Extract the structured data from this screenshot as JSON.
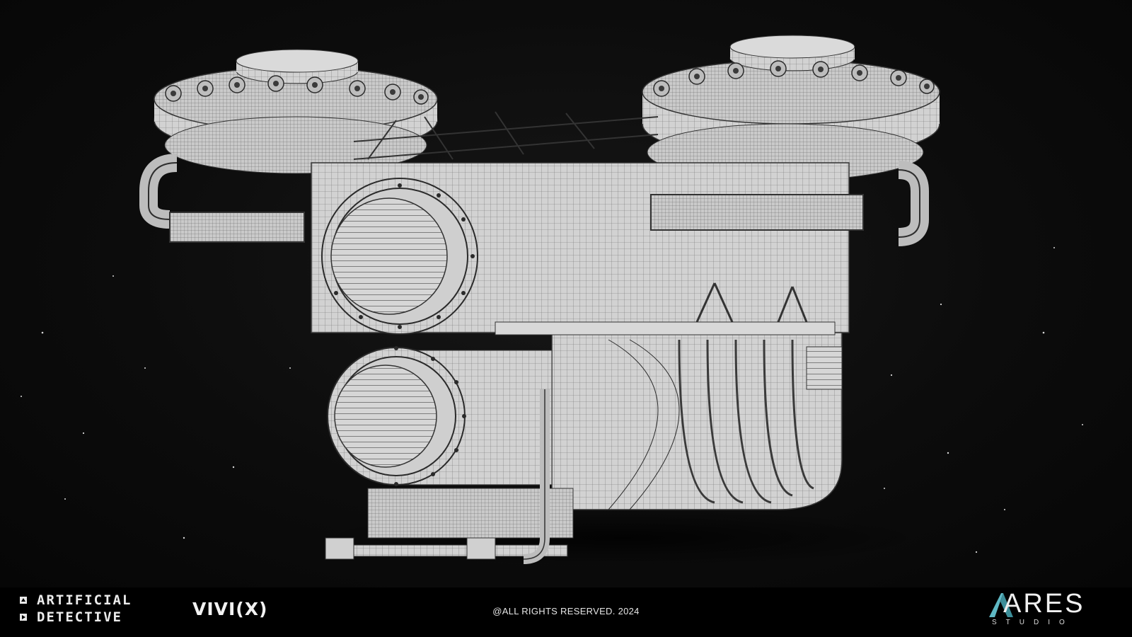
{
  "footer": {
    "brand_line1": "ARTIFICIAL",
    "brand_line2": "DETECTIVE",
    "partner": "VIVI(X)",
    "rights": "@ALL RIGHTS RESERVED. 2024",
    "studio_name": "ARES",
    "studio_sub": "STUDIO"
  },
  "icons": {
    "brand_top": "triangle-square-icon",
    "brand_bottom": "play-square-icon",
    "studio_mark": "ares-a-logo"
  },
  "colors": {
    "background": "#0c0c0c",
    "model_fill": "#cfcfcf",
    "wire": "#3a3a3a",
    "studio_accent": "#5fb8c4"
  }
}
